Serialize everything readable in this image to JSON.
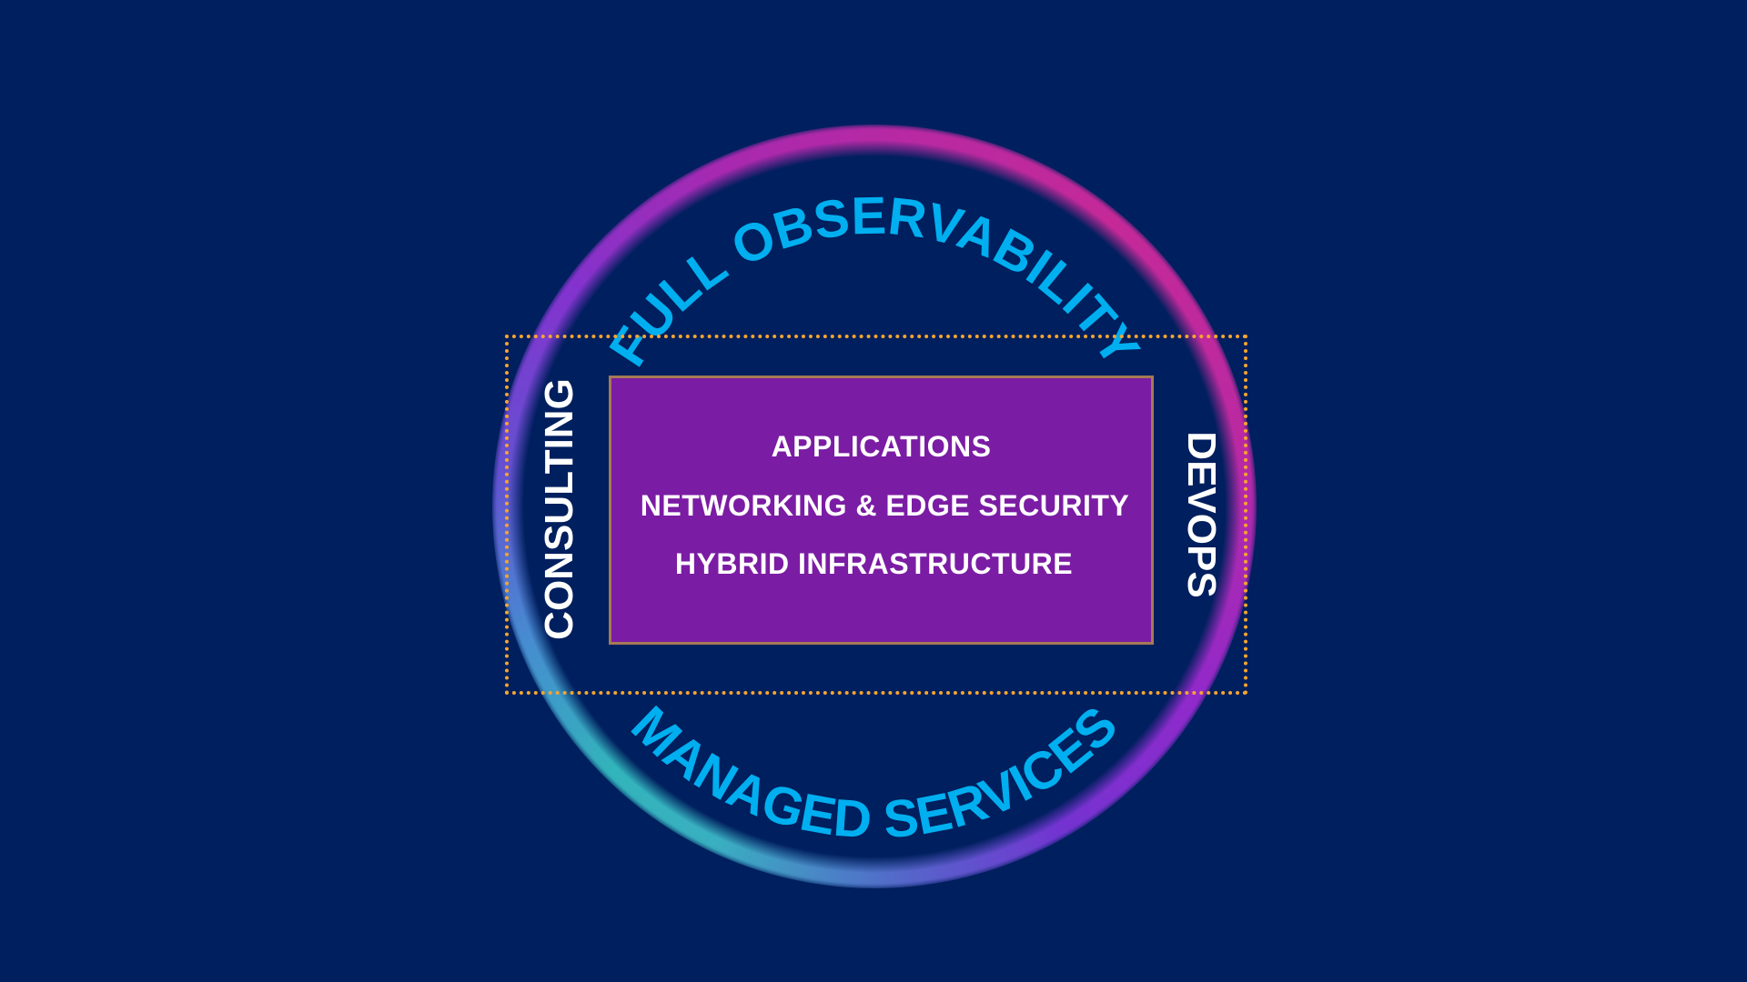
{
  "arc_top": "FULL OBSERVABILITY",
  "arc_bottom": "MANAGED SERVICES",
  "left_label": "CONSULTING",
  "right_label": "DEVOPS",
  "center_box": {
    "lines": [
      "APPLICATIONS",
      "NETWORKING & EDGE SECURITY",
      "HYBRID INFRASTRUCTURE"
    ]
  },
  "colors": {
    "background": "#001f5e",
    "arc_text": "#00aff0",
    "box": "#7b1ca4",
    "dotted_border": "#f5a530"
  }
}
